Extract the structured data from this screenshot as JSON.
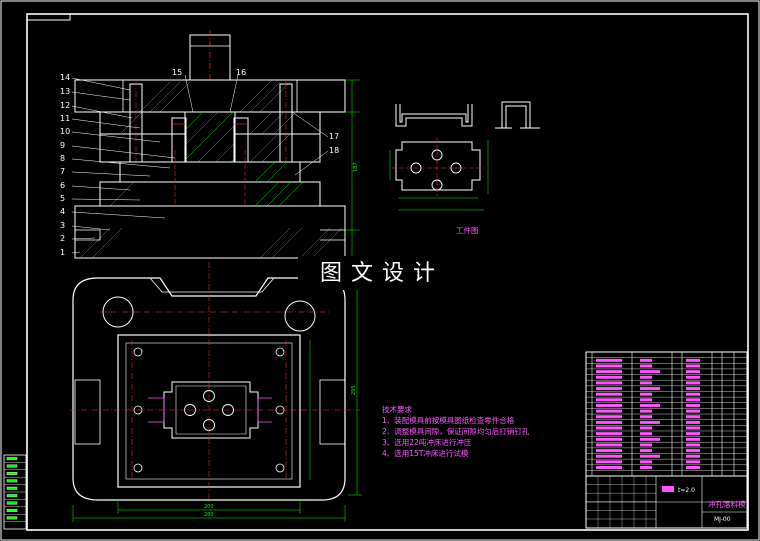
{
  "colors": {
    "background": "#000000",
    "frame": "#ffffff",
    "dimension": "#00ff00",
    "centerline": "#ff3030",
    "section_hatch": "#00e000",
    "annotation": "#ff55ff",
    "part_outline": "#ffffff"
  },
  "part_numbers_left": [
    "14",
    "13",
    "12",
    "11",
    "10",
    "9",
    "8",
    "7",
    "6",
    "5",
    "4",
    "3",
    "2",
    "1"
  ],
  "part_numbers_top": [
    "15",
    "16"
  ],
  "part_numbers_right": [
    "17",
    "18"
  ],
  "workpiece_label": "工件图",
  "watermark": "图文设计",
  "tech_requirements": {
    "title": "技术要求",
    "items": [
      "1、装配模具前按模具图纸检查零件合格",
      "2、调整模具间隙，保证间隙均匀后打销钉孔",
      "3、选用22吨冲床进行冲压",
      "4、选用15T冲床进行试模"
    ]
  },
  "title_block": {
    "thickness": "t=2.0",
    "name": "冲孔落料模",
    "drawing_no": "MJ-00"
  },
  "dimensions": {
    "right_height": "187",
    "plan_height": "295",
    "plan_width_inner": "200",
    "plan_width_outer": "280"
  }
}
